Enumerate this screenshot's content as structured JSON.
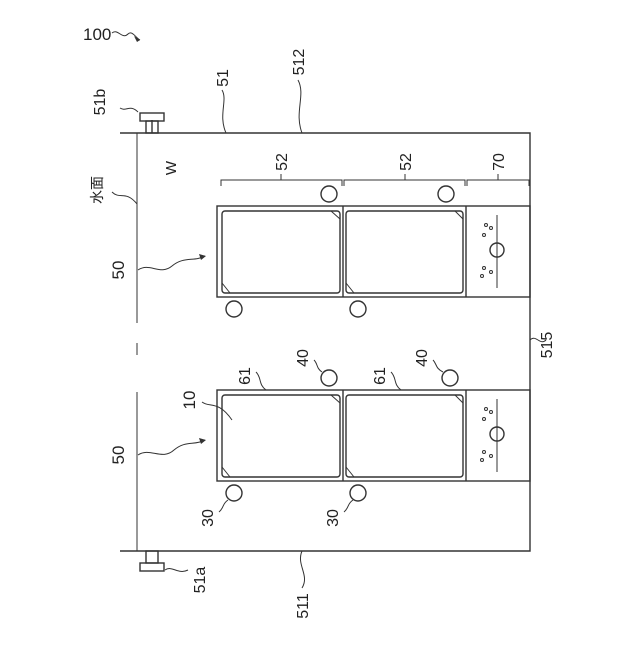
{
  "figure": {
    "ref_overall": "100",
    "labels": {
      "tank": "51",
      "tank_wall_top": "512",
      "tank_wall_bottom": "511",
      "tank_floor": "515",
      "fitting_top": "51b",
      "fitting_bottom": "51a",
      "water_surface": "水面",
      "water": "W",
      "unit_top": "50",
      "unit_bottom": "50",
      "cell_group_a": "52",
      "cell_group_b": "52",
      "control_group": "70",
      "cell_body": "10",
      "cell_frame_a": "61",
      "cell_frame_b": "61",
      "terminal_a": "40",
      "terminal_b": "40",
      "terminal_c": "30",
      "terminal_d": "30"
    }
  }
}
